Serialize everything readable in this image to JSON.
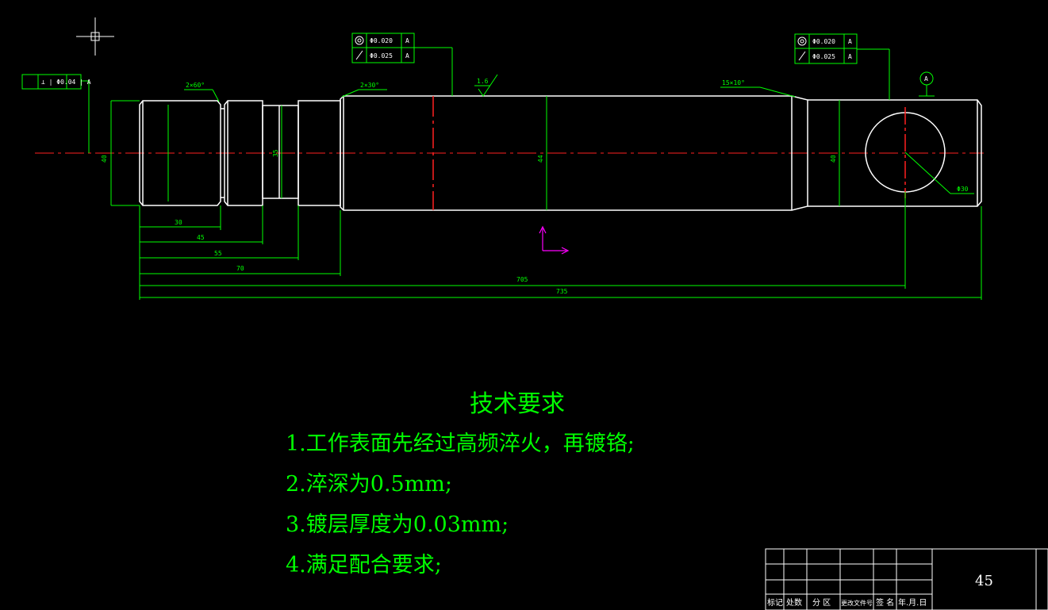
{
  "colors": {
    "background": "#000000",
    "outline": "#ffffff",
    "dimension": "#00ff00",
    "centerline": "#ff0000",
    "ucs": "#ff00ff"
  },
  "tolerances": {
    "perpendicularity_left": "⊥ | Φ0.04 | A",
    "box_mid": {
      "concentricity": "Φ0.020",
      "runout": "Φ0.025",
      "datum": "A"
    },
    "box_right": {
      "concentricity": "Φ0.020",
      "runout": "Φ0.025",
      "datum": "A"
    },
    "datum_symbol": "A"
  },
  "callouts": {
    "chamfer_left": "2×60°",
    "chamfer_mid": "2×30°",
    "chamfer_right": "15×10°",
    "roughness": "1.6",
    "hole_dia": "Φ30"
  },
  "diameters": {
    "d1": "40",
    "d2": "35",
    "d3": "44",
    "d4": "40"
  },
  "lengths": [
    "30",
    "45",
    "55",
    "70",
    "705",
    "735"
  ],
  "notes": {
    "title": "技术要求",
    "items": [
      "1.工作表面先经过高频淬火，再镀铬;",
      "2.淬深为0.5mm;",
      "3.镀层厚度为0.03mm;",
      "4.满足配合要求;"
    ]
  },
  "title_block": {
    "headers": [
      "标记",
      "处数",
      "分 区",
      "更改文件号",
      "签 名",
      "年.月.日"
    ],
    "material": "45"
  }
}
